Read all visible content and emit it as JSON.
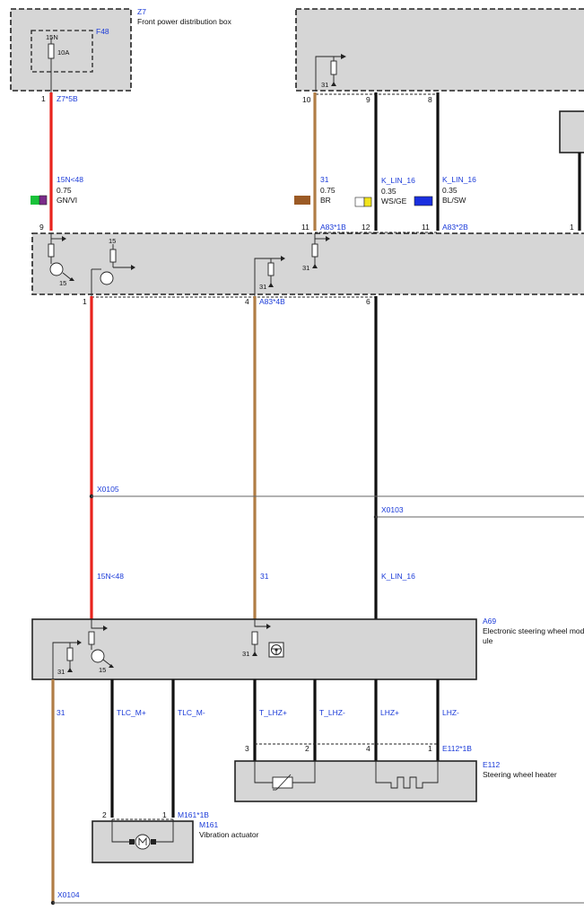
{
  "components": {
    "z7": {
      "id": "Z7",
      "name": "Front power distribution box",
      "fuse_id": "F48",
      "fuse_terminal": "15N",
      "fuse_rating": "10A",
      "pin": "1",
      "connector": "Z7*5B"
    },
    "top_ctrl": {
      "pins": [
        "10",
        "9",
        "8"
      ],
      "ground": "31"
    },
    "a83": {
      "pins_top": [
        "9",
        "11",
        "12",
        "11",
        "1"
      ],
      "connector_1": "A83*1B",
      "connector_2": "A83*2B",
      "pins_bottom": [
        "1",
        "4",
        "6"
      ],
      "connector_4": "A83*4B",
      "ground_15_left": "15",
      "ground_15_mid": "15",
      "ground_31": "31"
    },
    "a69": {
      "id": "A69",
      "name_line1": "Electronic steering wheel mod",
      "name_line2": "ule",
      "ground_31": "31",
      "ground_31b": "31",
      "ground_15": "15"
    },
    "e112": {
      "id": "E112",
      "name": "Steering wheel heater",
      "connector": "E112*1B",
      "pins": [
        "3",
        "2",
        "4",
        "1"
      ]
    },
    "m161": {
      "id": "M161",
      "name": "Vibration actuator",
      "connector": "M161*1B",
      "pins": [
        "2",
        "1"
      ]
    }
  },
  "wires": {
    "w1": {
      "signal": "15N<48",
      "gauge": "0.75",
      "color": "GN/VI",
      "swatch": [
        "#19c23a",
        "#7b2b8a"
      ]
    },
    "w2": {
      "signal": "31",
      "gauge": "0.75",
      "color": "BR",
      "swatch": [
        "#9b5a25",
        "#9b5a25"
      ]
    },
    "w3": {
      "signal": "K_LIN_16",
      "gauge": "0.35",
      "color": "WS/GE",
      "swatch": [
        "#ffffff",
        "#f2e41c"
      ]
    },
    "w4": {
      "signal": "K_LIN_16",
      "gauge": "0.35",
      "color": "BL/SW",
      "swatch": [
        "#1a2fe0",
        "#1a2fe0"
      ]
    },
    "mid_red": "15N<48",
    "mid_brn": "31",
    "mid_blk": "K_LIN_16",
    "a69_gnd": "31",
    "tlc_p": "TLC_M+",
    "tlc_m": "TLC_M-",
    "tlhz_p": "T_LHZ+",
    "tlhz_m": "T_LHZ-",
    "lhz_p": "LHZ+",
    "lhz_m": "LHZ-"
  },
  "splices": {
    "x0105": "X0105",
    "x0103": "X0103",
    "x0104": "X0104"
  },
  "colors": {
    "red": "#e8231d",
    "brown": "#b07d45",
    "black": "#111111",
    "label_blue": "#1a3ad8",
    "box_gray": "#d6d6d6"
  }
}
